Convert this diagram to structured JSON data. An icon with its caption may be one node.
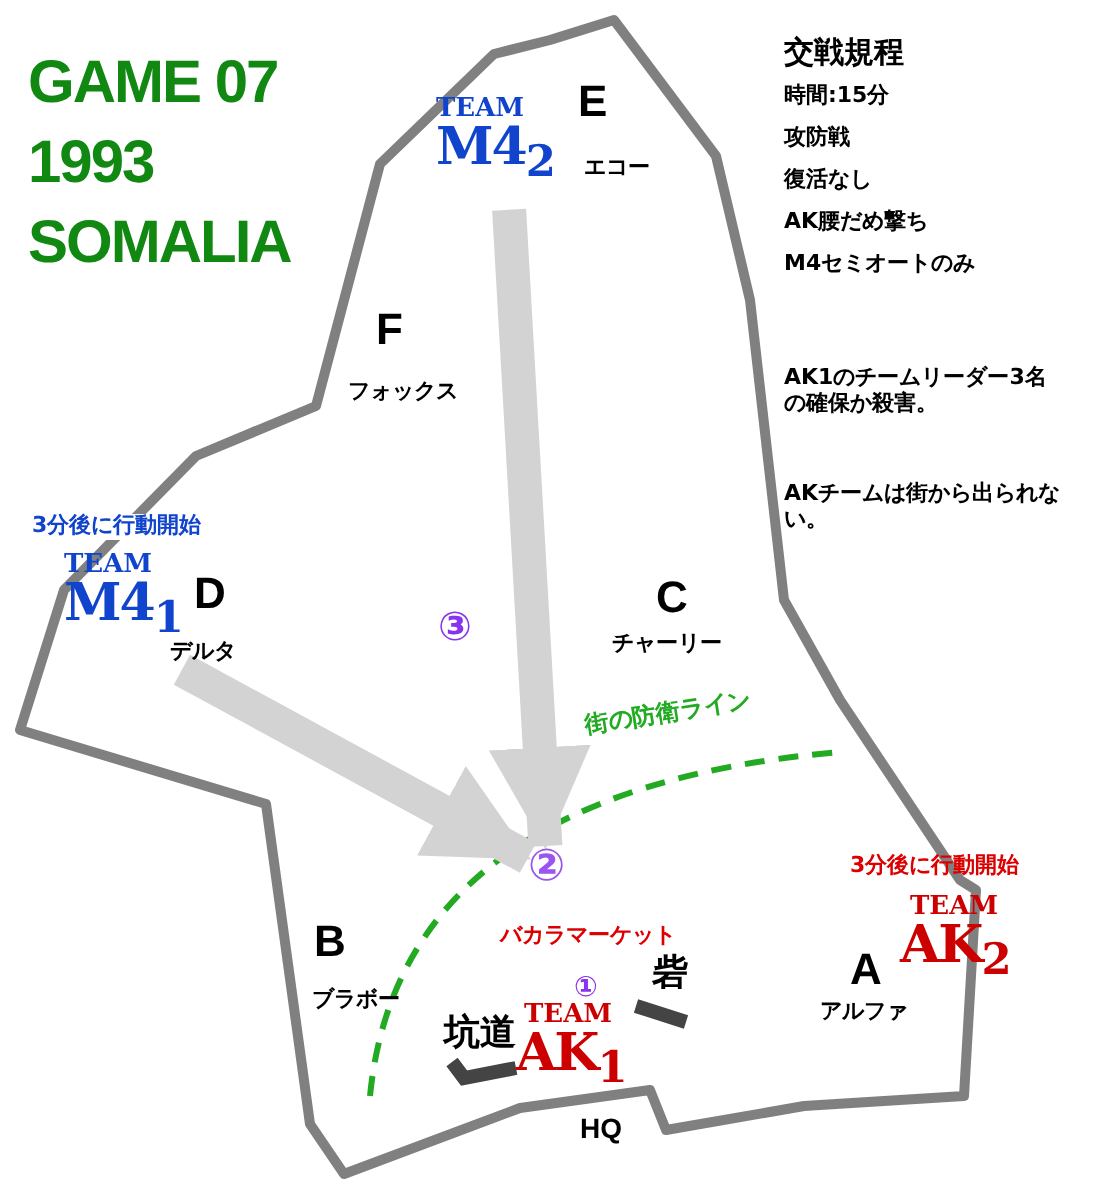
{
  "diagram": {
    "title": "GAME 07 1993 SOMALIA",
    "nodes": [
      {
        "text": [
          "TEAM",
          "M4$_{2}$"
        ]
      },
      {
        "text": [
          "②"
        ]
      },
      {
        "text": [
          "TEAM",
          "M4$_{1}$"
        ],
        "beside": [
          "3分後に行動開始"
        ]
      }
    ],
    "edges": [
      {
        "from": 0,
        "to": 1,
        "arrow": "to"
      },
      {
        "from": 2,
        "to": 1,
        "arrow": "to"
      }
    ],
    "labels": [
      "交戦規程",
      "時間:15分",
      "攻防戦",
      "復活なし",
      "AK腰だめ撃ち",
      "M4セミオートのみ",
      "AK1のチームリーダー3名の確保か殺害。",
      "AKチームは街から出られない。",
      "E",
      "エコー",
      "F",
      "フォックス",
      "D",
      "デルタ",
      "③",
      "C",
      "チャーリー",
      "街の防衛ライン",
      "3分後に行動開始",
      "TEAM",
      "AK$_{2}$",
      "B",
      "ブラボー",
      "バカラマーケット",
      "①",
      "砦",
      "A",
      "アルファ",
      "坑道",
      "TEAM",
      "AK$_{1}$",
      "HQ"
    ]
  }
}
